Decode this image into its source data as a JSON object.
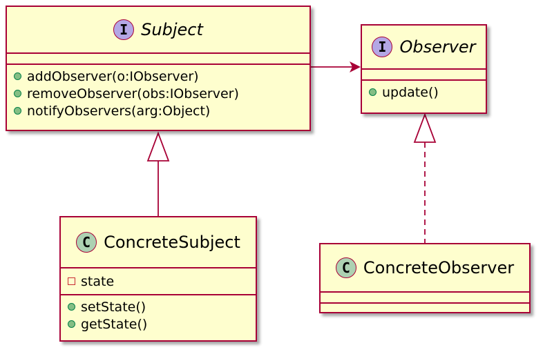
{
  "colors": {
    "fill": "#fefece",
    "border": "#a80036",
    "interface_badge": "#b4a7e5",
    "class_badge": "#add1b2"
  },
  "subject": {
    "stereotype": "I",
    "name": "Subject",
    "methods": [
      "addObserver(o:IObserver)",
      "removeObserver(obs:IObserver)",
      "notifyObservers(arg:Object)"
    ]
  },
  "observer": {
    "stereotype": "I",
    "name": "Observer",
    "methods": [
      "update()"
    ]
  },
  "concrete_subject": {
    "stereotype": "C",
    "name": "ConcreteSubject",
    "fields": [
      "state"
    ],
    "methods": [
      "setState()",
      "getState()"
    ]
  },
  "concrete_observer": {
    "stereotype": "C",
    "name": "ConcreteObserver"
  }
}
